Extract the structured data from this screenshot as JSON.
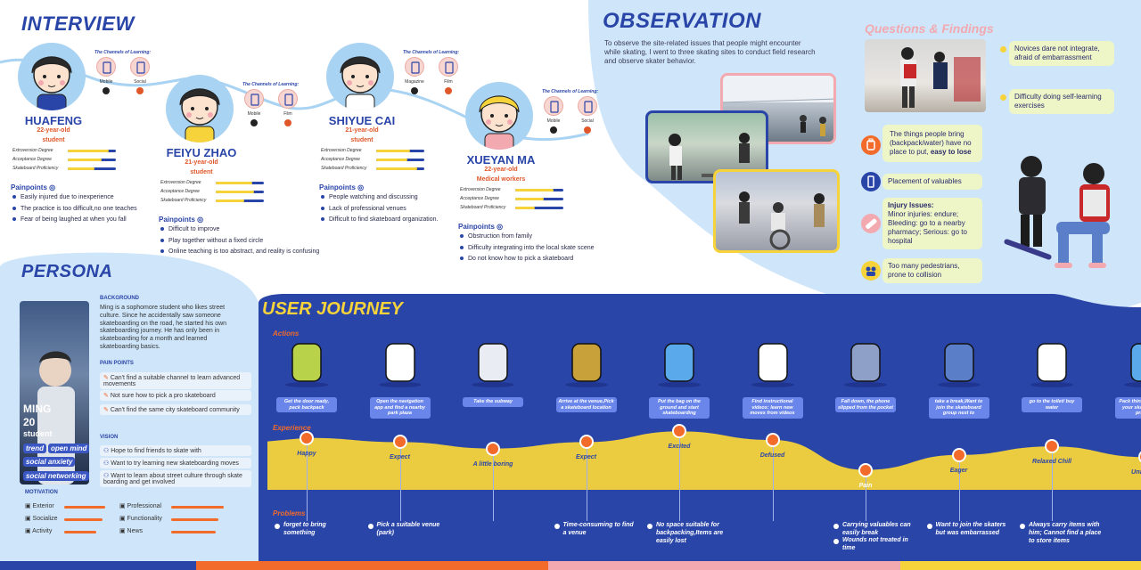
{
  "interview": {
    "title": "INTERVIEW",
    "channels_title": "The Channels of Learning:",
    "metric_labels": [
      "Extroversion Degree",
      "Acceptance Degree",
      "Skateboard Proficiency"
    ],
    "painpoints_label": "Painpoints",
    "people": [
      {
        "name": "HUAFENG",
        "age": "22-year-old",
        "role": "student",
        "channels": [
          "Mobile",
          "Social"
        ],
        "metrics": [
          0.85,
          0.7,
          0.55
        ],
        "painpoints": [
          "Easily injured due to inexperience",
          "The practice is too difficult,no one teaches",
          "Fear of being laughed at when you fall"
        ]
      },
      {
        "name": "FEIYU ZHAO",
        "age": "21-year-old",
        "role": "student",
        "channels": [
          "Mobile",
          "Film"
        ],
        "metrics": [
          0.75,
          0.8,
          0.6
        ],
        "painpoints": [
          "Difficult to improve",
          "Play together without a fixed circle",
          "Online teaching is too abstract, and reality is confusing"
        ]
      },
      {
        "name": "SHIYUE CAI",
        "age": "21-year-old",
        "role": "student",
        "channels": [
          "Magazine",
          "Film"
        ],
        "metrics": [
          0.7,
          0.65,
          0.85
        ],
        "painpoints": [
          "People watching and discussing",
          "Lack of professional venues",
          "Difficult to find skateboard organization."
        ]
      },
      {
        "name": "XUEYAN MA",
        "age": "22-year-old",
        "role": "Medical workers",
        "channels": [
          "Mobile",
          "Social"
        ],
        "metrics": [
          0.8,
          0.6,
          0.4
        ],
        "painpoints": [
          "Obstruction from family",
          "Difficulty integrating into the local skate scene",
          "Do not know how to pick a skateboard"
        ]
      }
    ]
  },
  "observation": {
    "title": "OBSERVATION",
    "text": "To observe the site-related issues that people might encounter while skating, I went to three skating sites to conduct field research and observe skater behavior."
  },
  "findings": {
    "title": "Questions & Findings",
    "top": [
      "Novices dare not integrate, afraid of embarrassment",
      "Difficulty doing self-learning exercises"
    ],
    "items": [
      {
        "icon": "backpack-icon",
        "text_a": "The things people bring (backpack/water) have no place to put, ",
        "text_b": "easy to lose"
      },
      {
        "icon": "phone-icon",
        "text": "Placement of valuables"
      },
      {
        "icon": "bandage-icon",
        "title": "Injury Issues:",
        "text": "Minor injuries: endure; Bleeding: go to a nearby pharmacy; Serious: go to hospital"
      },
      {
        "icon": "crowd-icon",
        "text": "Too many pedestrians, prone to collision"
      }
    ]
  },
  "persona": {
    "title": "PERSONA",
    "name": "MING",
    "age": "20",
    "role": "student",
    "tags": [
      "trend",
      "open mind",
      "social anxiety",
      "social networking"
    ],
    "background_h": "BACKGROUND",
    "background": "Ming is a sophomore student who likes street culture. Since he accidentally saw someone skateboarding on the road, he started his own skateboarding journey. He has only been in skateboarding for a month and learned skateboarding basics.",
    "pain_h": "PAIN POINTS",
    "pains": [
      "Can't find a suitable channel to learn advanced movements",
      "Not sure how to pick a pro skateboard",
      "Can't find the same city skateboard community"
    ],
    "vision_h": "VISION",
    "visions": [
      "Hope to find friends to skate with",
      "Want to try learning new skateboarding moves",
      "Want to learn about street culture through skate boarding and get involved"
    ],
    "motivation_h": "MOTIVATION",
    "motivations": [
      {
        "label": "Exterior",
        "value": 0.7
      },
      {
        "label": "Socialize",
        "value": 0.65
      },
      {
        "label": "Activity",
        "value": 0.55
      },
      {
        "label": "Professional",
        "value": 0.9
      },
      {
        "label": "Functionality",
        "value": 0.8
      },
      {
        "label": "News",
        "value": 0.75
      }
    ]
  },
  "journey": {
    "title": "USER JOURNEY",
    "actions_label": "Actions",
    "experience_label": "Experience",
    "problems_label": "Problems",
    "steps": [
      {
        "action": "Get the door ready, pack backpack",
        "emotion": "Happy",
        "level": 0.8
      },
      {
        "action": "Open the navigation app and find a nearby park plaza",
        "emotion": "Expect",
        "level": 0.7
      },
      {
        "action": "Take the subway",
        "emotion": "A little boring",
        "level": 0.55
      },
      {
        "action": "Arrive at the venue,Pick a skateboard location",
        "emotion": "Expect",
        "level": 0.7
      },
      {
        "action": "Put the bag on the ground and start skateboarding",
        "emotion": "Excited",
        "level": 0.95
      },
      {
        "action": "Find instructional videos: learn new moves from videos",
        "emotion": "Defused",
        "level": 0.75
      },
      {
        "action": "Fall down, the phone slipped from the pocket",
        "emotion": "Pain",
        "level": 0.05
      },
      {
        "action": "take a break,Want to join the skateboard group next to",
        "emotion": "Eager",
        "level": 0.4
      },
      {
        "action": "go to the toilet/ buy water",
        "emotion": "Relaxed Chill",
        "level": 0.6
      },
      {
        "action": "Pack things and finish your skateboarding practice",
        "emotion": "Unwilling",
        "level": 0.35
      }
    ],
    "problems": [
      [
        "forget to bring something"
      ],
      [
        "Pick a suitable venue (park)"
      ],
      [],
      [
        "Time-consuming to find a venue"
      ],
      [
        "No space suitable for backpacking,Items are easily lost"
      ],
      [],
      [
        "Carrying valuables can easily break",
        "Wounds not treated in time"
      ],
      [
        "Want to join the skaters but was embarrassed"
      ],
      [
        "Always carry items with him; Cannot find a place to store items"
      ],
      []
    ]
  },
  "colors": {
    "blue": "#2a45a8",
    "yellow": "#f6d33a",
    "orange": "#f26b2a",
    "light_blue": "#cfe6fa",
    "pink": "#f2a9b0"
  }
}
